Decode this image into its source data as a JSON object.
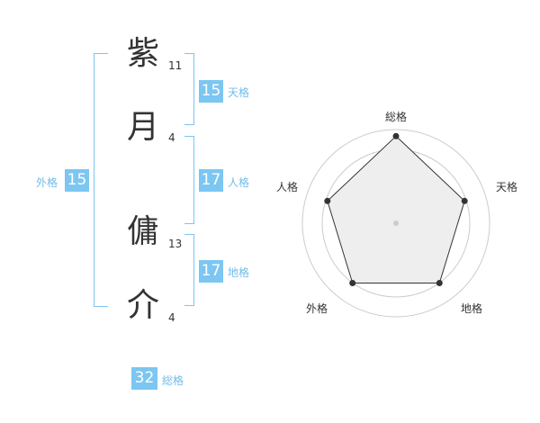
{
  "name": {
    "chars": [
      {
        "char": "紫",
        "strokes": "11"
      },
      {
        "char": "月",
        "strokes": "4"
      },
      {
        "char": "傭",
        "strokes": "13"
      },
      {
        "char": "介",
        "strokes": "4"
      }
    ]
  },
  "kakusu": {
    "tenkaku": {
      "value": "15",
      "label": "天格"
    },
    "jinkaku": {
      "value": "17",
      "label": "人格"
    },
    "chikaku": {
      "value": "17",
      "label": "地格"
    },
    "gaikaku": {
      "value": "15",
      "label": "外格"
    },
    "soukaku": {
      "value": "32",
      "label": "総格"
    }
  },
  "radar": {
    "axes": [
      "総格",
      "天格",
      "地格",
      "外格",
      "人格"
    ],
    "values": [
      0.93,
      0.77,
      0.79,
      0.79,
      0.77
    ]
  },
  "colors": {
    "accent": "#7cc6f2",
    "accent_text": "#6fbde9",
    "text": "#333333",
    "radar_fill": "#eeeeee",
    "radar_line": "#333333",
    "grid": "#cccccc"
  }
}
